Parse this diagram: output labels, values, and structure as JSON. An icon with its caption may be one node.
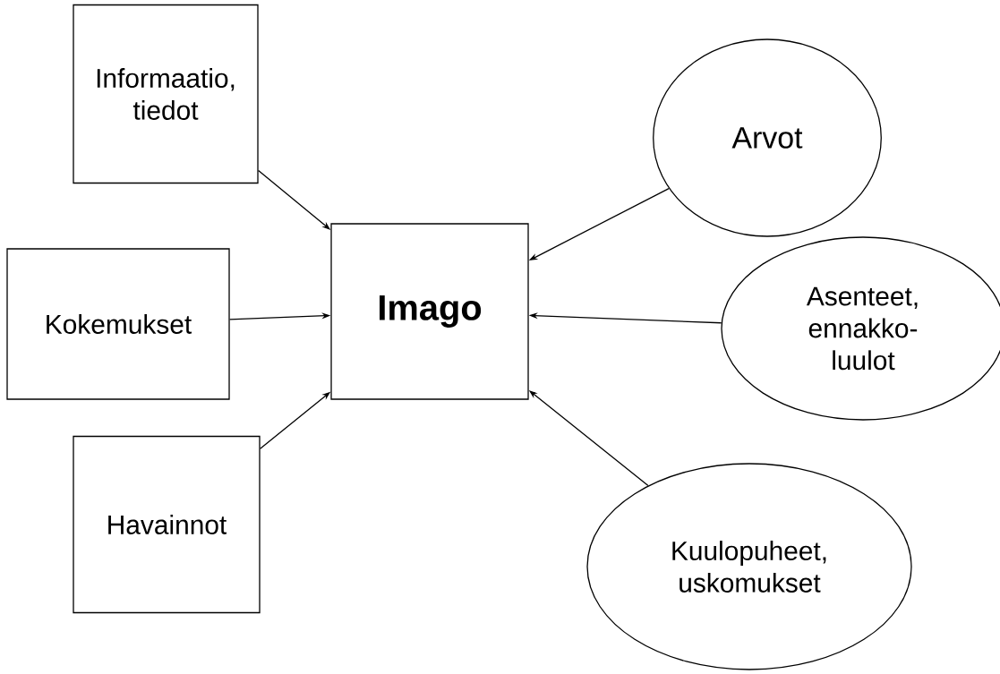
{
  "diagram": {
    "nodes": [
      {
        "text": [
          "Informaatio, tiedot"
        ]
      },
      {
        "text": [
          "Kokemukset"
        ]
      },
      {
        "text": [
          "Imago"
        ]
      },
      {
        "text": [
          "Havainnot"
        ]
      },
      {
        "text": [
          "Arvot"
        ]
      },
      {
        "text": [
          "Asenteet, ennakko-luulot"
        ]
      },
      {
        "text": [
          "Kuulopuheet, uskomukset"
        ]
      }
    ],
    "edges": [
      {
        "from": 0,
        "to": 2,
        "arrow": "to"
      },
      {
        "from": 1,
        "to": 2,
        "arrow": "to"
      },
      {
        "from": 3,
        "to": 2,
        "arrow": "to"
      },
      {
        "from": 4,
        "to": 2,
        "arrow": "to"
      },
      {
        "from": 5,
        "to": 2,
        "arrow": "to"
      },
      {
        "from": 6,
        "to": 2,
        "arrow": "to"
      }
    ]
  }
}
